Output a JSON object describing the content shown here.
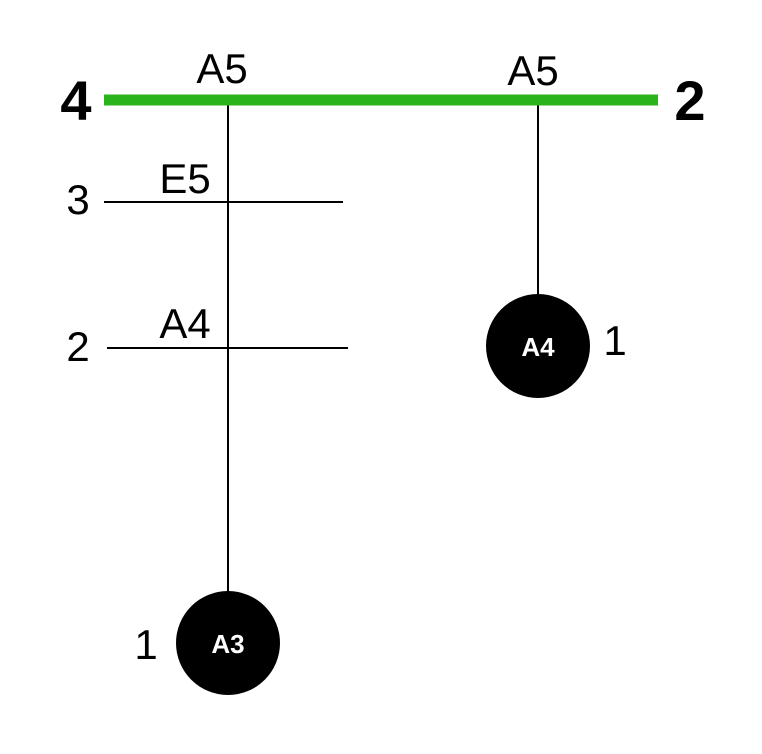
{
  "colors": {
    "bar": "#2bb31b",
    "line": "#000000",
    "node": "#000000",
    "node_text": "#ffffff"
  },
  "top_bar": {
    "left_number": "4",
    "right_number": "2"
  },
  "stems": {
    "left": {
      "top_note": "A5",
      "crossings": [
        {
          "note": "E5",
          "number": "3"
        },
        {
          "note": "A4",
          "number": "2"
        }
      ],
      "node": {
        "label": "A3",
        "number": "1"
      }
    },
    "right": {
      "top_note": "A5",
      "node": {
        "label": "A4",
        "number": "1"
      }
    }
  }
}
